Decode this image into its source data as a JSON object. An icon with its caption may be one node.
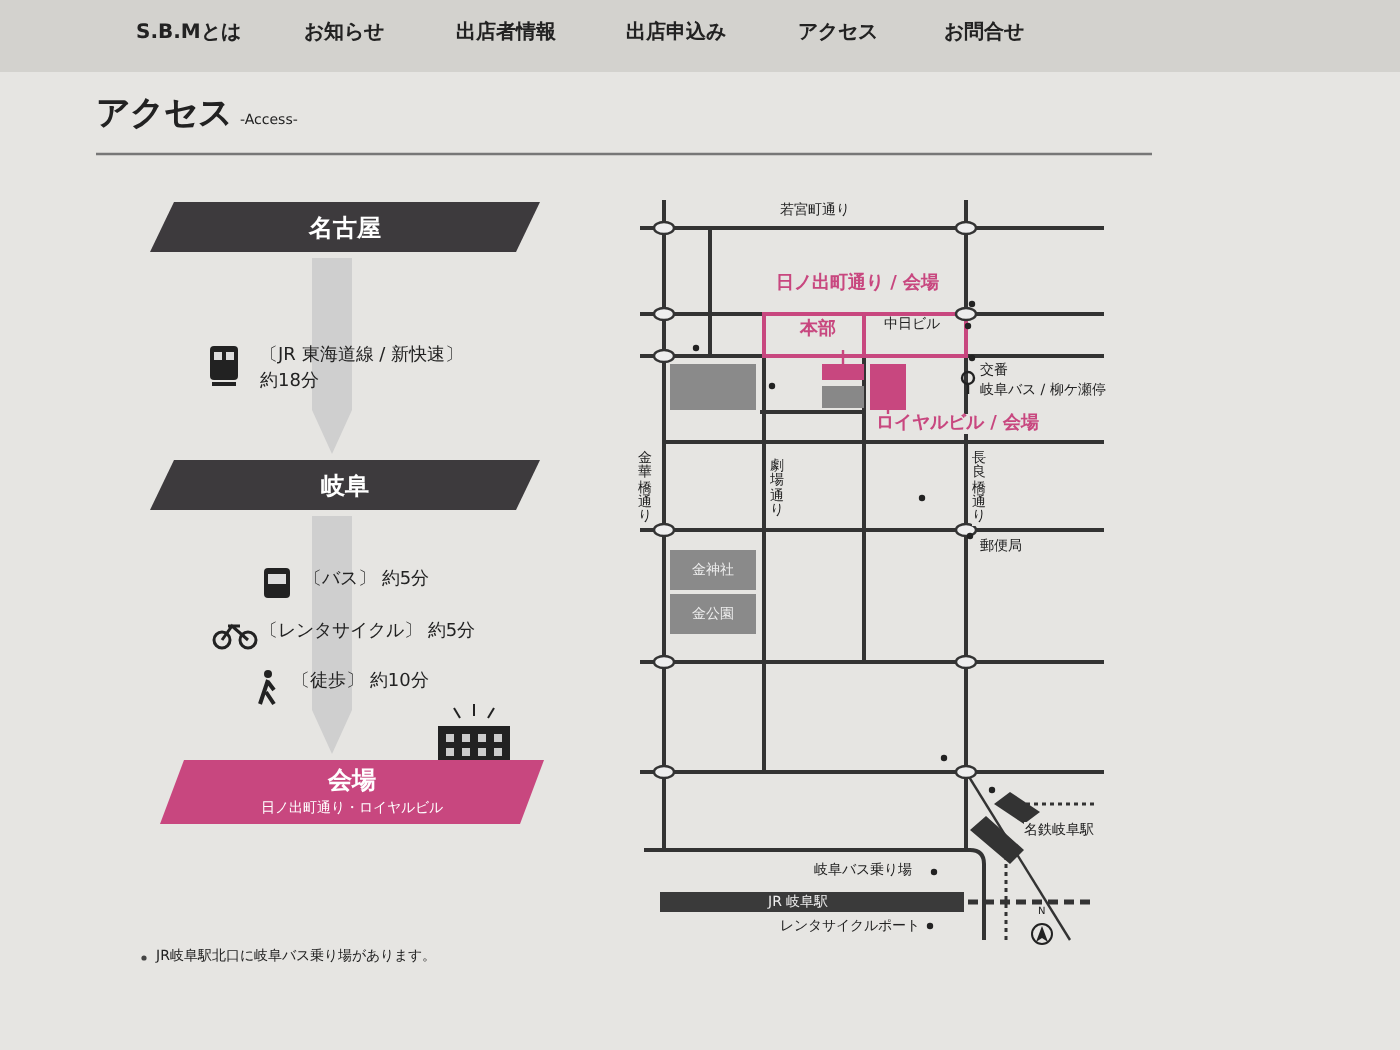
{
  "diagram": {
    "title": "アクセス",
    "nodes": [
      {
        "text": [
          "名古屋"
        ]
      },
      {
        "text": [
          "岐阜"
        ]
      },
      {
        "text": [
          "会場",
          "日ノ出町通り・ロイヤルビル"
        ]
      },
      {
        "text": [],
        "shape": "box"
      },
      {
        "text": [
          "本部"
        ]
      },
      {
        "text": [],
        "shape": "box"
      },
      {
        "text": [
          "ロイヤルビル / 会場"
        ]
      },
      {
        "text": [],
        "shape": "box"
      },
      {
        "text": [
          "金神社"
        ]
      },
      {
        "text": [
          "金公園"
        ]
      }
    ],
    "edges": [
      {
        "from": 0,
        "to": 1,
        "arrow": "to"
      },
      {
        "from": 1,
        "to": 2,
        "arrow": "to"
      },
      {
        "from": 4,
        "to": 5,
        "arrow": "none"
      },
      {
        "from": 6,
        "to": 7,
        "arrow": "none"
      }
    ],
    "labels": [
      "S.B.Mとは",
      "お知らせ",
      "出店者情報",
      "出店申込み",
      "アクセス",
      "お問合せ",
      "-Access-",
      "〔JR 東海道線 / 新快速〕",
      "約18分",
      "〔バス〕 約5分",
      "〔レンタサイクル〕 約5分",
      "〔徒歩〕 約10分",
      "若宮町通り",
      "日ノ出町通り / 会場",
      "中日ビル",
      "交番",
      "岐阜バス / 柳ケ瀬停",
      "金華橋通り",
      "劇場通り",
      "長良橋通り",
      "郵便局",
      "名鉄岐阜駅",
      "岐阜バス乗り場",
      "JR 岐阜駅",
      "レンタサイクルポート",
      "N",
      "JR岐阜駅北口に岐阜バス乗り場があります。"
    ]
  }
}
